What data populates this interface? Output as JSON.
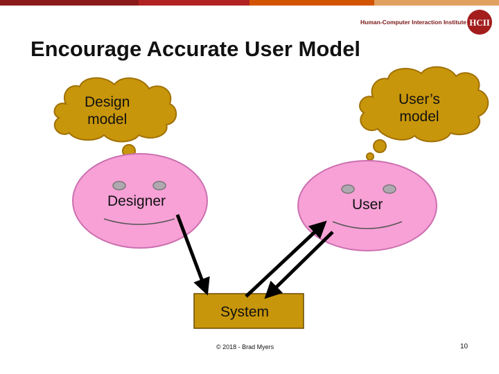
{
  "header": {
    "institute": "Human-Computer Interaction Institute",
    "logo_text": "HCII",
    "accent_colors": [
      "#8b1a1a",
      "#c0392b",
      "#d35400",
      "#e0a060"
    ]
  },
  "slide": {
    "title": "Encourage Accurate User Model"
  },
  "diagram": {
    "design_model_line1": "Design",
    "design_model_line2": "model",
    "user_model_line1": "User’s",
    "user_model_line2": "model",
    "designer_label": "Designer",
    "user_label": "User",
    "system_label": "System",
    "cloud_color": "#c8960a",
    "face_color": "#f7a1d6",
    "eye_color": "#b0a8b0"
  },
  "footer": {
    "copyright": "© 2018 - Brad Myers",
    "page": "10"
  }
}
